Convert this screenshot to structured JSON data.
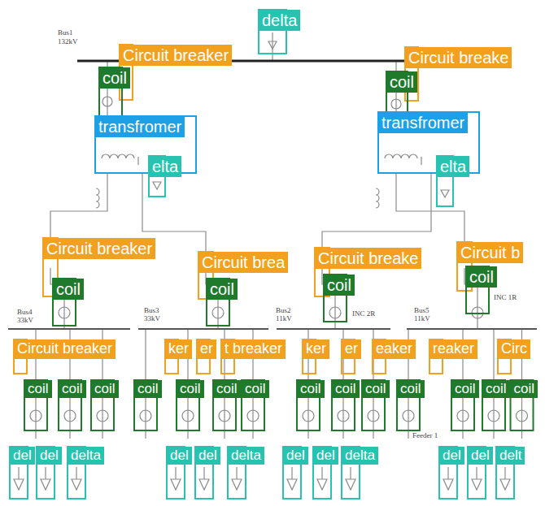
{
  "diagram": {
    "nodes": [
      {
        "text": [
          "delta"
        ]
      },
      {
        "text": [
          "Circuit breaker"
        ]
      },
      {
        "text": [
          "coil"
        ]
      },
      {
        "text": [
          "Circuit breake"
        ]
      },
      {
        "text": [
          "coil"
        ]
      },
      {
        "text": [
          "transfromer"
        ]
      },
      {
        "text": [
          "elta"
        ]
      },
      {
        "text": [
          "transfromer"
        ]
      },
      {
        "text": [
          "elta"
        ]
      },
      {
        "text": [
          "Circuit breaker"
        ]
      },
      {
        "text": [
          "coil"
        ]
      },
      {
        "text": [
          "Circuit brea"
        ]
      },
      {
        "text": [
          "coil"
        ]
      },
      {
        "text": [
          "Circuit breake"
        ]
      },
      {
        "text": [
          "coil"
        ]
      },
      {
        "text": [
          "Circuit b"
        ]
      },
      {
        "text": [
          "coil"
        ]
      },
      {
        "text": [
          "Circuit breaker"
        ]
      },
      {
        "text": [
          "ker"
        ]
      },
      {
        "text": [
          "er"
        ]
      },
      {
        "text": [
          "t breaker"
        ]
      },
      {
        "text": [
          "ker"
        ]
      },
      {
        "text": [
          "er"
        ]
      },
      {
        "text": [
          "eaker"
        ]
      },
      {
        "text": [
          "reaker"
        ]
      },
      {
        "text": [
          "Circ"
        ]
      },
      {
        "text": [
          "coil"
        ]
      },
      {
        "text": [
          "coil"
        ]
      },
      {
        "text": [
          "coil"
        ]
      },
      {
        "text": [
          "coil"
        ]
      },
      {
        "text": [
          "coil"
        ]
      },
      {
        "text": [
          "coil"
        ]
      },
      {
        "text": [
          "coil"
        ]
      },
      {
        "text": [
          "coil"
        ]
      },
      {
        "text": [
          "coil"
        ]
      },
      {
        "text": [
          "coil"
        ]
      },
      {
        "text": [
          "coil"
        ]
      },
      {
        "text": [
          "coil"
        ]
      },
      {
        "text": [
          "coil"
        ]
      },
      {
        "text": [
          "coil"
        ]
      },
      {
        "text": [
          "del"
        ]
      },
      {
        "text": [
          "del"
        ]
      },
      {
        "text": [
          "delta"
        ]
      },
      {
        "text": [
          "del"
        ]
      },
      {
        "text": [
          "del"
        ]
      },
      {
        "text": [
          "delta"
        ]
      },
      {
        "text": [
          "del"
        ]
      },
      {
        "text": [
          "del"
        ]
      },
      {
        "text": [
          "delta"
        ]
      },
      {
        "text": [
          "del"
        ]
      },
      {
        "text": [
          "del"
        ]
      },
      {
        "text": [
          "delt"
        ]
      }
    ],
    "labels": [
      "Bus1",
      "132kV",
      "Bus4",
      "33kV",
      "Bus3",
      "33kV",
      "Bus2",
      "11kV",
      "Bus5",
      "11kV",
      "INC 2R",
      "INC 1R",
      "Feeder 1"
    ]
  }
}
